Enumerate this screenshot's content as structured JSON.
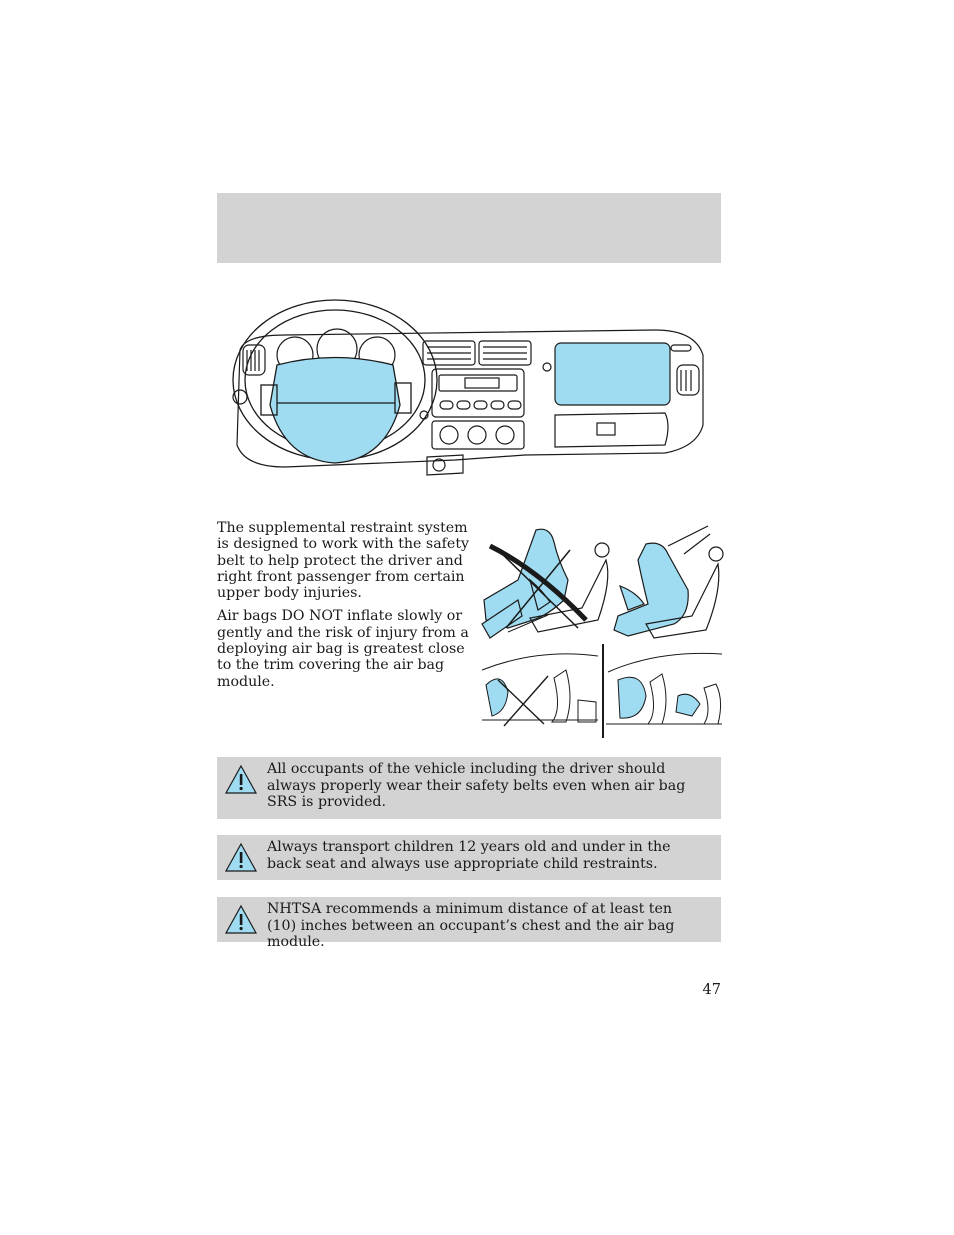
{
  "paragraphs": [
    "The supplemental restraint system is designed to work with the safety belt to help protect the driver and right front passenger from certain upper body injuries.",
    "Air bags DO NOT inflate slowly or gently and the risk of injury from a deploying air bag is greatest close to the trim covering the air bag module."
  ],
  "warnings": [
    "All occupants of the vehicle including the driver should always properly wear their safety belts even when air bag SRS is provided.",
    "Always transport children 12 years old and under in the back seat and always use appropriate child restraints.",
    "NHTSA recommends a minimum distance of at least ten (10) inches between an occupant’s chest and the air bag module."
  ],
  "page_number": "47",
  "colors": {
    "airbag_fill": "#9fdcf2",
    "band_gray": "#d3d3d3"
  },
  "icons": [
    "warning-triangle-icon"
  ]
}
